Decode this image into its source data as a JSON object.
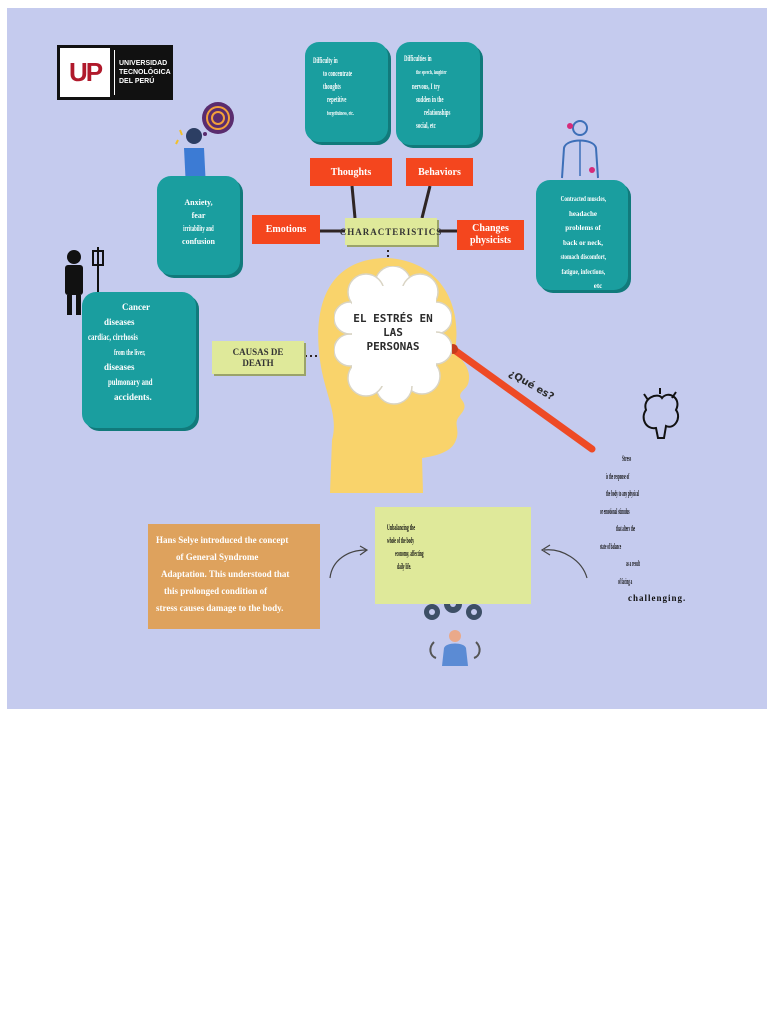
{
  "logo": {
    "mark": "UP",
    "institution_lines": [
      "UNIVERSIDAD",
      "TECNOLÓGICA",
      "DEL PERÚ"
    ]
  },
  "center_title": [
    "EL ESTRÉS EN",
    "LAS",
    "PERSONAS"
  ],
  "pointer_label": "¿Qué es?",
  "characteristics": "CHARACTERISTICS",
  "branches": {
    "thoughts": "Thoughts",
    "behaviors": "Behaviors",
    "emotions": "Emotions",
    "changes": [
      "Changes",
      "physicists"
    ]
  },
  "causes_label": [
    "CAUSAS DE",
    "DEATH"
  ],
  "cards": {
    "thoughts": [
      "Difficulty in",
      "to concentrate",
      "thoughts",
      "repetitive",
      "forgetfulness, etc."
    ],
    "behaviors": [
      "Difficulties in",
      "the speech, laughter",
      "nervous, I try",
      "sudden in the",
      "relationships",
      "social, etc"
    ],
    "emotions": [
      "Anxiety,",
      "fear",
      "irritability and",
      "confusion"
    ],
    "changes": [
      "Contracted muscles,",
      "headache",
      "problems of",
      "back or neck,",
      "stomach discomfort,",
      "fatigue, infections,",
      "etc"
    ],
    "causes": [
      "Cancer",
      "diseases",
      "cardiac, cirrhosis",
      "from the liver,",
      "diseases",
      "pulmonary and",
      "accidents."
    ]
  },
  "selye_text": [
    "Hans Selye introduced the concept",
    "of General Syndrome",
    "Adaptation. This understood that",
    "this prolonged condition of",
    "stress causes damage to the body."
  ],
  "middle_note": [
    "Unbalancing the",
    "whole of the body",
    "economy, affecting",
    "daily life."
  ],
  "definition": [
    "Stress",
    "is the response of",
    "the body to any physical",
    "or emotional stimulus",
    "that alters the",
    "state of balance",
    "as a result",
    "of facing a",
    "challenging."
  ],
  "colors": {
    "background": "#c5cbee",
    "teal": "#1a9e9f",
    "red": "#f4461e",
    "lime": "#dfe99a",
    "orange": "#dea25d",
    "head": "#f9d36b"
  }
}
